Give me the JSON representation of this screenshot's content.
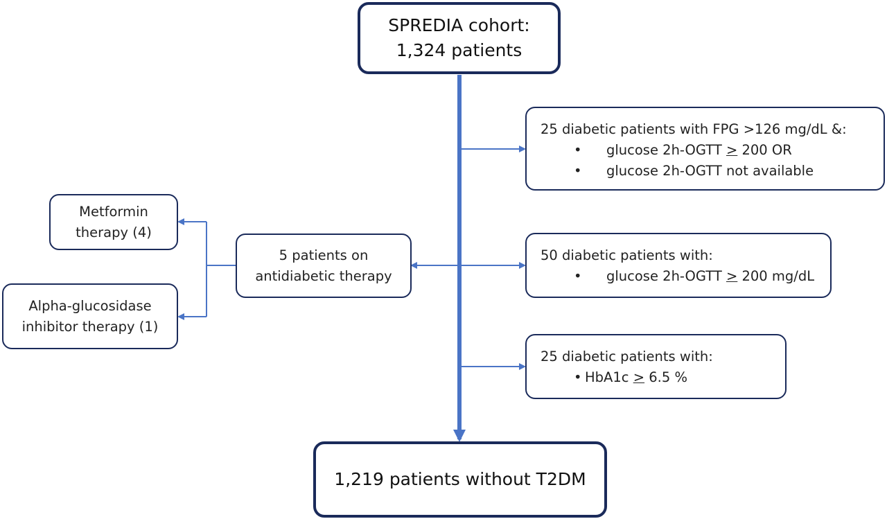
{
  "cohort": {
    "line1": "SPREDIA cohort:",
    "line2": "1,324 patients"
  },
  "result": {
    "label": "1,219 patients without T2DM"
  },
  "exclusion_fpg": {
    "heading": "25 diabetic patients with FPG >126 mg/dL &:",
    "bullet_1_prefix": "glucose 2h-OGTT ",
    "bullet_1_symbol": ">",
    "bullet_1_suffix": " 200 OR",
    "bullet_2": "glucose 2h-OGTT not available"
  },
  "exclusion_ogtt": {
    "heading": "50 diabetic patients with:",
    "bullet_1_prefix": "glucose 2h-OGTT ",
    "bullet_1_symbol": ">",
    "bullet_1_suffix": " 200 mg/dL"
  },
  "exclusion_hba1c": {
    "heading": "25 diabetic patients with:",
    "bullet_1_prefix": "HbA1c ",
    "bullet_1_symbol": ">",
    "bullet_1_suffix": " 6.5 %"
  },
  "antidiabetic": {
    "line1": "5 patients on",
    "line2": "antidiabetic therapy"
  },
  "metformin": {
    "line1": "Metformin",
    "line2": "therapy (4)"
  },
  "alpha_glucosidase": {
    "line1": "Alpha-glucosidase",
    "line2": "inhibitor therapy (1)"
  },
  "bullet_glyph": "•",
  "colors": {
    "box_border": "#1a2a5a",
    "arrow": "#4a74c6"
  }
}
